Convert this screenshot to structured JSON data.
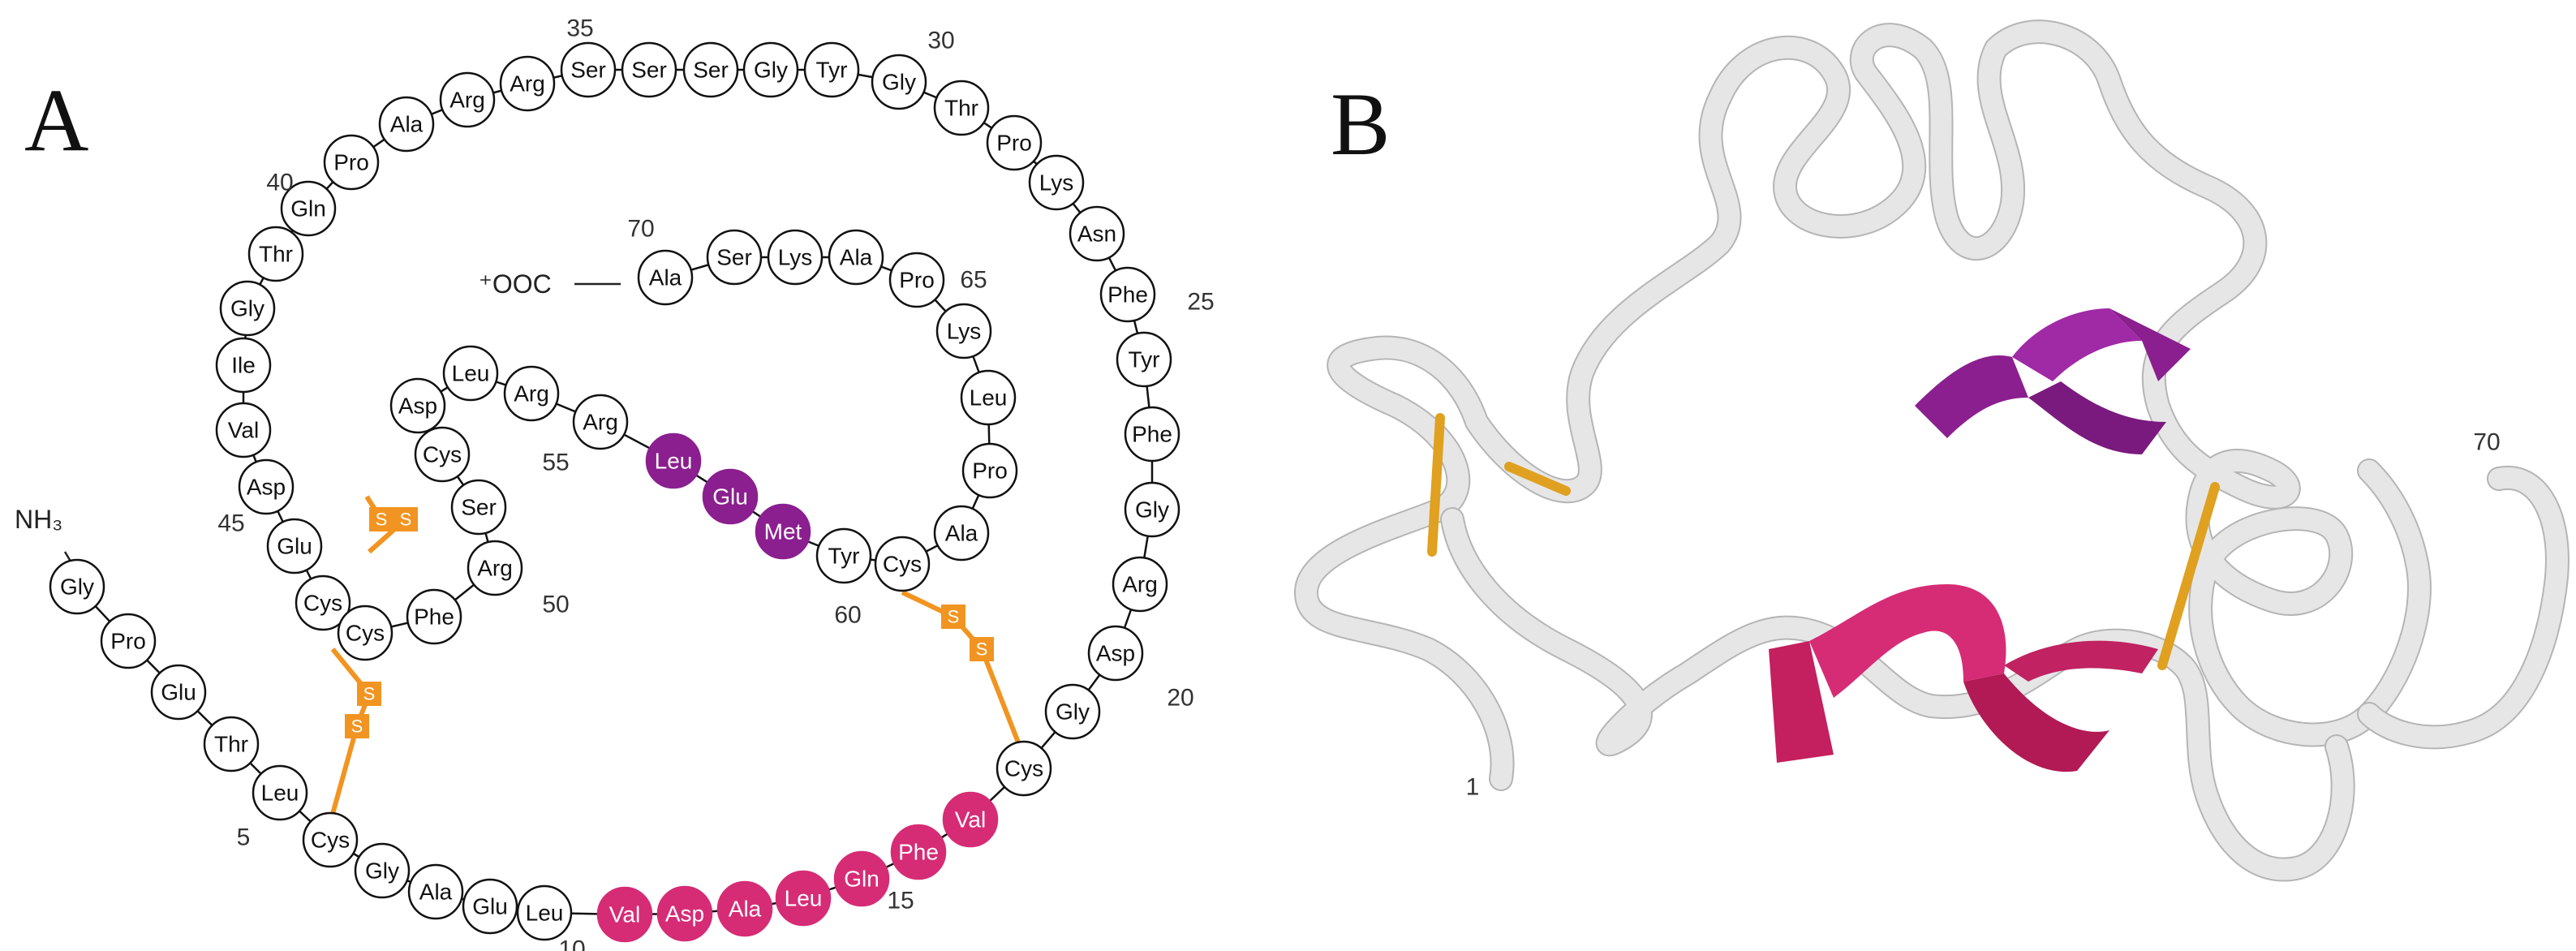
{
  "panel_a": {
    "letter": "A",
    "n_term": "NH₃",
    "c_term": "⁺OOC",
    "residues": [
      "Gly",
      "Pro",
      "Glu",
      "Thr",
      "Leu",
      "Cys",
      "Gly",
      "Ala",
      "Glu",
      "Leu",
      "Val",
      "Asp",
      "Ala",
      "Leu",
      "Gln",
      "Phe",
      "Val",
      "Cys",
      "Gly",
      "Asp",
      "Arg",
      "Gly",
      "Phe",
      "Tyr",
      "Phe",
      "Asn",
      "Lys",
      "Pro",
      "Thr",
      "Gly",
      "Tyr",
      "Gly",
      "Ser",
      "Ser",
      "Ser",
      "Arg",
      "Arg",
      "Ala",
      "Pro",
      "Gln",
      "Thr",
      "Gly",
      "Ile",
      "Val",
      "Asp",
      "Glu",
      "Cys",
      "Cys",
      "Phe",
      "Arg",
      "Ser",
      "Cys",
      "Asp",
      "Leu",
      "Arg",
      "Arg",
      "Leu",
      "Glu",
      "Met",
      "Tyr",
      "Cys",
      "Ala",
      "Pro",
      "Leu",
      "Lys",
      "Pro",
      "Ala",
      "Lys",
      "Ser",
      "Ala"
    ],
    "position_labels": [
      "5",
      "10",
      "15",
      "20",
      "25",
      "30",
      "35",
      "40",
      "45",
      "50",
      "55",
      "60",
      "65",
      "70"
    ],
    "disulfide_symbol": "S",
    "colors": {
      "helix1": "#d62c75",
      "helix2": "#8b1f8f",
      "disulfide": "#f29421",
      "outline": "#111111"
    }
  },
  "panel_b": {
    "letter": "B",
    "start_label": "1",
    "end_label": "70",
    "colors": {
      "tube": "#e6e6e6",
      "helix1": "#d62c75",
      "helix2": "#8b1f8f",
      "disulfide": "#e0a020"
    }
  }
}
